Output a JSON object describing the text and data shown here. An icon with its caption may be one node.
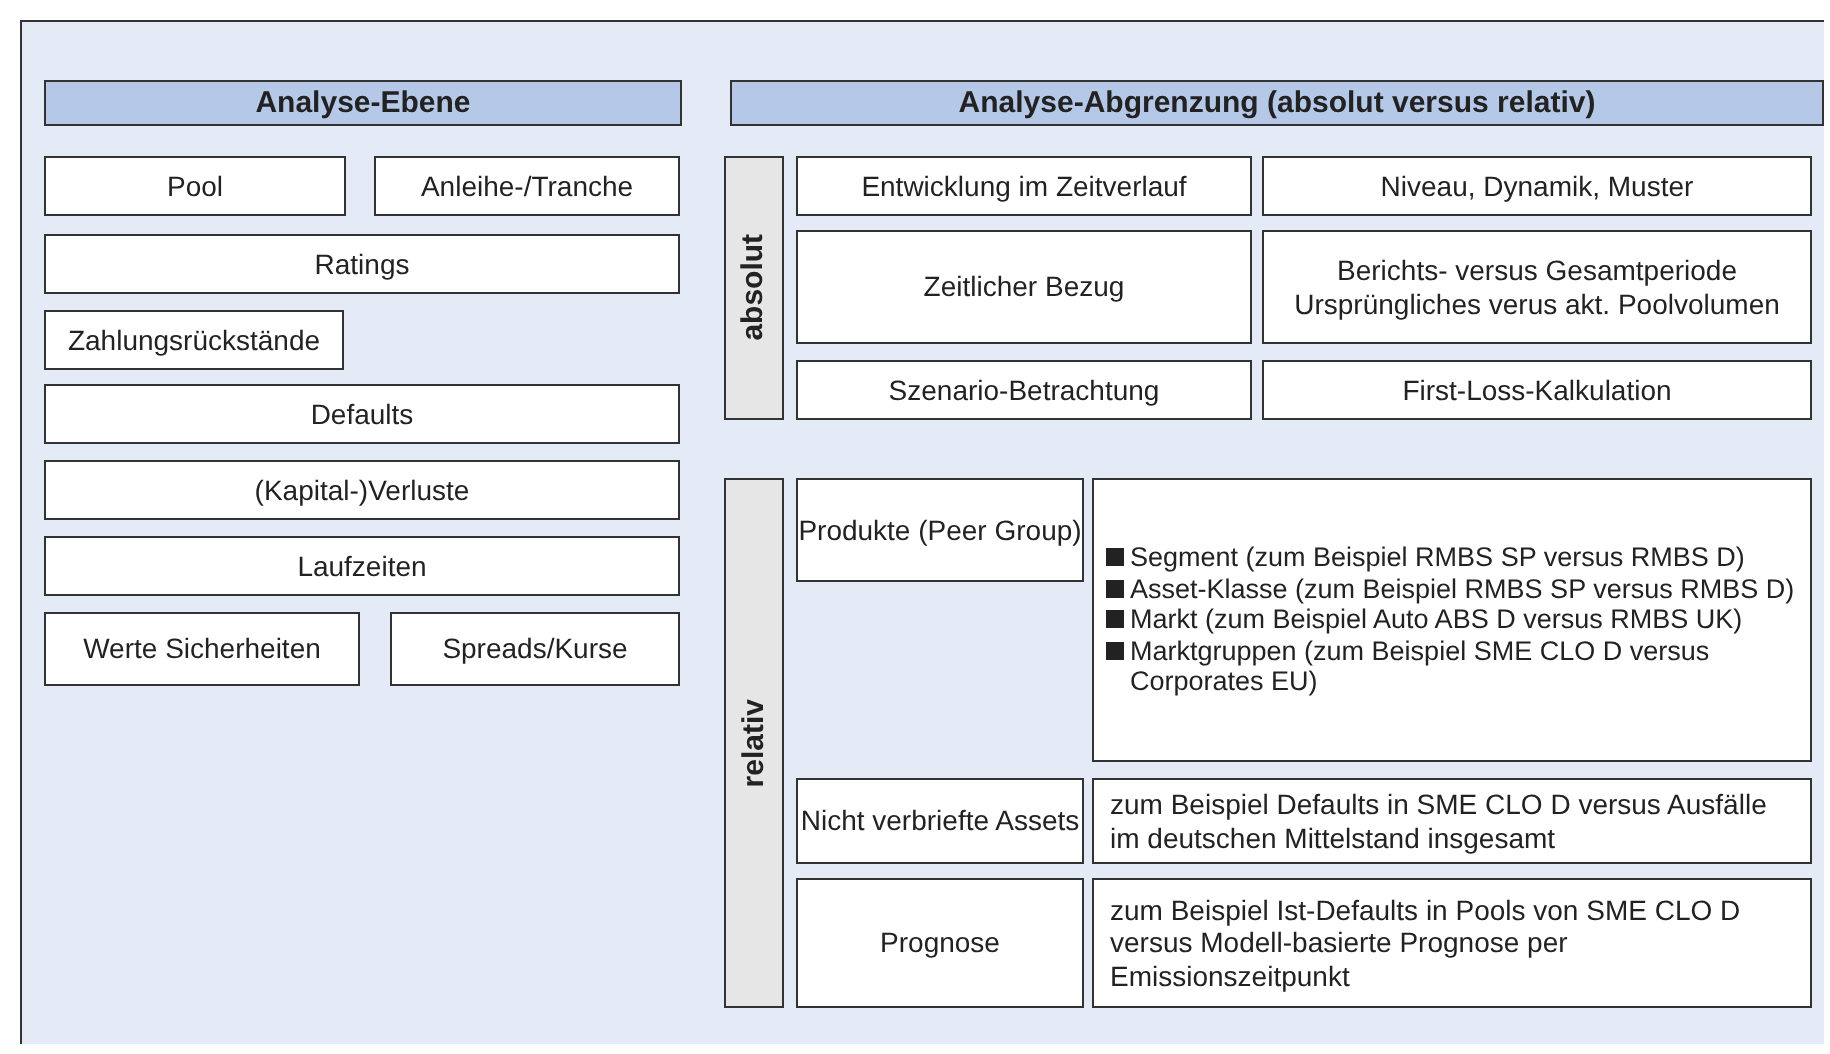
{
  "diagram": {
    "nodes": [
      {
        "text": [
          "Analyse-Ebene"
        ]
      },
      {
        "text": [
          "Pool"
        ]
      },
      {
        "text": [
          "Anleihe-/Tranche"
        ]
      },
      {
        "text": [
          "Ratings"
        ]
      },
      {
        "text": [
          "Zahlungsrückstände"
        ]
      },
      {
        "text": [
          "Defaults"
        ]
      },
      {
        "text": [
          "(Kapital-)Verluste"
        ]
      },
      {
        "text": [
          "Laufzeiten"
        ]
      },
      {
        "text": [
          "Werte Sicherheiten"
        ]
      },
      {
        "text": [
          "Spreads/Kurse"
        ]
      },
      {
        "text": [
          "Analyse-Abgrenzung (absolut versus relativ)"
        ]
      },
      {
        "text": [
          "absolut"
        ]
      },
      {
        "text": [
          "Entwicklung im Zeitverlauf"
        ]
      },
      {
        "text": [
          "Niveau, Dynamik, Muster"
        ]
      },
      {
        "text": [
          "Zeitlicher Bezug"
        ]
      },
      {
        "text": [
          "Berichts- versus Gesamtperiode",
          "Ursprüngliches verus akt. Poolvolumen"
        ]
      },
      {
        "text": [
          "Szenario-Betrachtung"
        ]
      },
      {
        "text": [
          "First-Loss-Kalkulation"
        ]
      },
      {
        "text": [
          "relativ"
        ]
      },
      {
        "text": [
          "Produkte (Peer Group)"
        ]
      },
      {
        "text": [
          "Segment (zum Beispiel RMBS SP versus RMBS D)",
          "Asset-Klasse (zum Beispiel RMBS SP versus RMBS D)",
          "Markt (zum Beispiel Auto ABS D versus RMBS UK)",
          "Marktgruppen (zum Beispiel SME CLO D versus Corporates EU)"
        ]
      },
      {
        "text": [
          "Nicht verbriefte Assets"
        ]
      },
      {
        "text": [
          "zum Beispiel Defaults in SME CLO D versus Ausfälle im deutschen Mittelstand insgesamt"
        ]
      },
      {
        "text": [
          "Prognose"
        ]
      },
      {
        "text": [
          "zum Beispiel Ist-Defaults in Pools von SME CLO D versus Modell-basierte Prognose per Emissionszeitpunkt"
        ]
      }
    ]
  }
}
